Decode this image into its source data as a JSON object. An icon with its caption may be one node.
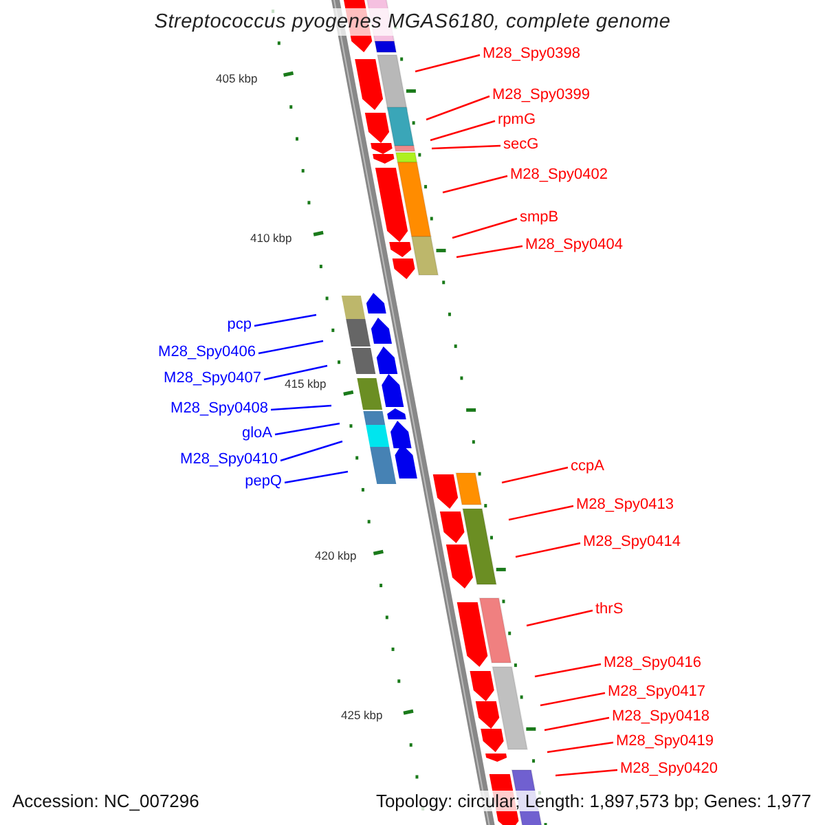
{
  "diagram": {
    "title": "Streptococcus pyogenes MGAS6180, complete genome",
    "nodes": [
      {
        "text": [
          "M28_Spy0398"
        ]
      },
      {
        "text": [
          "M28_Spy0399"
        ]
      },
      {
        "text": [
          "rpmG"
        ]
      },
      {
        "text": [
          "secG"
        ]
      },
      {
        "text": [
          "M28_Spy0402"
        ]
      },
      {
        "text": [
          "smpB"
        ]
      },
      {
        "text": [
          "M28_Spy0404"
        ]
      },
      {
        "text": [
          "pcp"
        ]
      },
      {
        "text": [
          "M28_Spy0406"
        ]
      },
      {
        "text": [
          "M28_Spy0407"
        ]
      },
      {
        "text": [
          "M28_Spy0408"
        ]
      },
      {
        "text": [
          "gloA"
        ]
      },
      {
        "text": [
          "M28_Spy0410"
        ]
      },
      {
        "text": [
          "pepQ"
        ]
      },
      {
        "text": [
          "ccpA"
        ]
      },
      {
        "text": [
          "M28_Spy0413"
        ]
      },
      {
        "text": [
          "M28_Spy0414"
        ]
      },
      {
        "text": [
          "thrS"
        ]
      },
      {
        "text": [
          "M28_Spy0416"
        ]
      },
      {
        "text": [
          "M28_Spy0417"
        ]
      },
      {
        "text": [
          "M28_Spy0418"
        ]
      },
      {
        "text": [
          "M28_Spy0419"
        ]
      },
      {
        "text": [
          "M28_Spy0420"
        ]
      }
    ],
    "edges": [
      {
        "from": 0,
        "to": null,
        "arrow": "none"
      },
      {
        "from": 1,
        "to": null,
        "arrow": "none"
      },
      {
        "from": 2,
        "to": null,
        "arrow": "none"
      },
      {
        "from": 3,
        "to": null,
        "arrow": "none"
      },
      {
        "from": 4,
        "to": null,
        "arrow": "none"
      },
      {
        "from": 5,
        "to": null,
        "arrow": "none"
      },
      {
        "from": 6,
        "to": null,
        "arrow": "none"
      },
      {
        "from": 7,
        "to": null,
        "arrow": "none",
        "color": "#0000ff"
      },
      {
        "from": 8,
        "to": null,
        "arrow": "none",
        "color": "#0000ff"
      },
      {
        "from": 9,
        "to": null,
        "arrow": "none",
        "color": "#0000ff"
      },
      {
        "from": 10,
        "to": null,
        "arrow": "none",
        "color": "#0000ff"
      },
      {
        "from": 11,
        "to": null,
        "arrow": "none",
        "color": "#0000ff"
      },
      {
        "from": 12,
        "to": null,
        "arrow": "none",
        "color": "#0000ff"
      },
      {
        "from": 13,
        "to": null,
        "arrow": "none",
        "color": "#0000ff"
      },
      {
        "from": 14,
        "to": null,
        "arrow": "none"
      },
      {
        "from": 15,
        "to": null,
        "arrow": "none"
      },
      {
        "from": 16,
        "to": null,
        "arrow": "none"
      },
      {
        "from": 17,
        "to": null,
        "arrow": "none"
      },
      {
        "from": 18,
        "to": null,
        "arrow": "none"
      },
      {
        "from": 19,
        "to": null,
        "arrow": "none"
      },
      {
        "from": 20,
        "to": null,
        "arrow": "none"
      },
      {
        "from": 21,
        "to": null,
        "arrow": "none"
      },
      {
        "from": 22,
        "to": null,
        "arrow": "none"
      }
    ],
    "labels": [
      "405 kbp",
      "410 kbp",
      "415 kbp",
      "420 kbp",
      "425 kbp",
      "Accession: NC_007296",
      "Topology: circular; Length: 1,897,573 bp; Genes: 1,977"
    ]
  }
}
